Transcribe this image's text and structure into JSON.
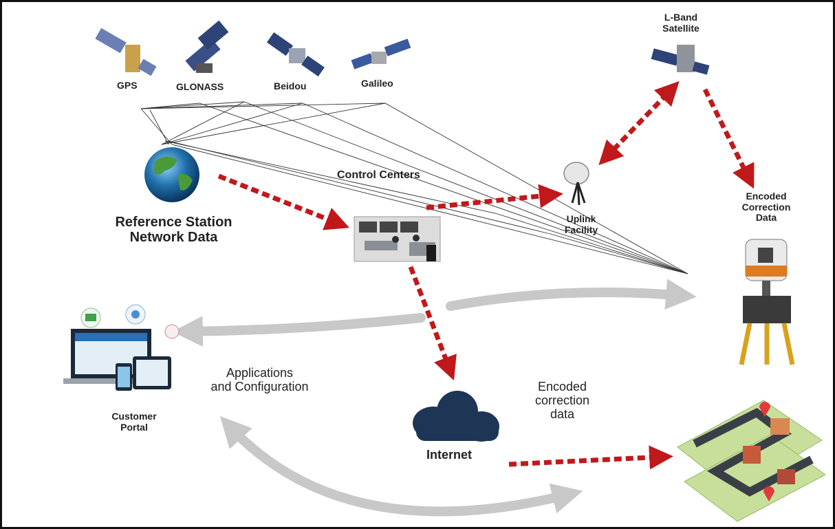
{
  "constellations": {
    "gps": "GPS",
    "glonass": "GLONASS",
    "beidou": "Beidou",
    "galileo": "Galileo"
  },
  "lband_satellite": {
    "line1": "L-Band",
    "line2": "Satellite"
  },
  "control_centers": "Control Centers",
  "reference_station": {
    "line1": "Reference Station",
    "line2": "Network Data"
  },
  "uplink": {
    "line1": "Uplink",
    "line2": "Facility"
  },
  "encoded_correction_rover": {
    "line1": "Encoded",
    "line2": "Correction",
    "line3": "Data"
  },
  "applications": {
    "line1": "Applications",
    "line2": "and Configuration"
  },
  "customer_portal": {
    "line1": "Customer",
    "line2": "Portal"
  },
  "internet": "Internet",
  "encoded_correction_map": {
    "line1": "Encoded",
    "line2": "correction",
    "line3": "data"
  },
  "colors": {
    "flow_arrow": "#c0191b",
    "grey_arrow": "#c8c8c8",
    "cloud": "#1e3556",
    "globe": "#1f6fa8"
  },
  "icons": [
    "satellite-icon",
    "globe-icon",
    "control-room-icon",
    "satellite-dish-icon",
    "gnss-receiver-icon",
    "cloud-icon",
    "laptop-tablet-phone-icon",
    "city-map-icon"
  ]
}
